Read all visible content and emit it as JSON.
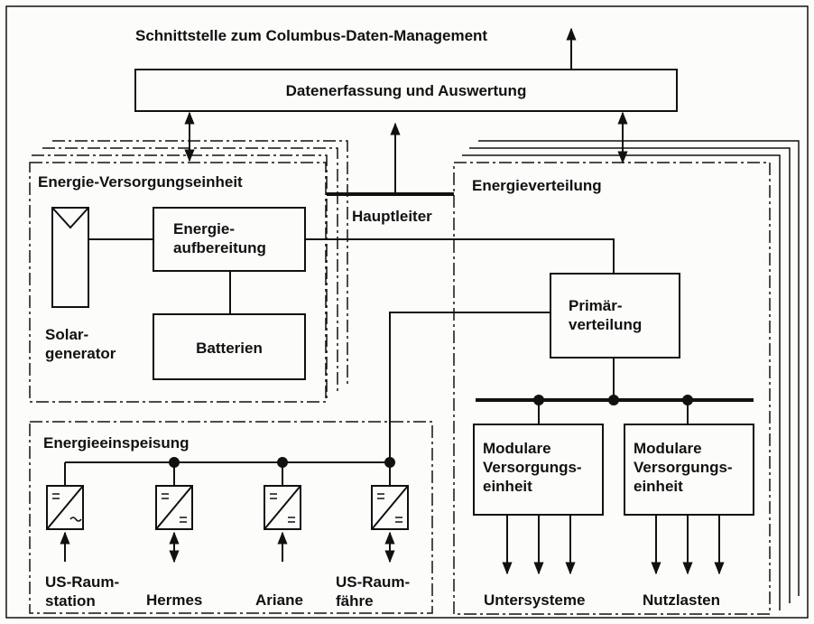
{
  "interface_title": "Schnittstelle zum Columbus-Daten-Management",
  "data_box": "Datenerfassung und Auswertung",
  "main_bus": "Hauptleiter",
  "supply_unit": {
    "title": "Energie-Versorgungseinheit",
    "solar": "Solar-\ngenerator",
    "conditioning": "Energie-\naufbereitung",
    "batteries": "Batterien"
  },
  "distribution": {
    "title": "Energieverteilung",
    "primary": "Primär-\nverteilung",
    "modular_1": "Modulare\nVersorgungs-\neinheit",
    "modular_2": "Modulare\nVersorgungs-\neinheit",
    "subsystems": "Untersysteme",
    "payloads": "Nutzlasten"
  },
  "infeed": {
    "title": "Energieeinspeisung",
    "sources": [
      "US-Raum-\nstation",
      "Hermes",
      "Ariane",
      "US-Raum-\nfähre"
    ]
  },
  "colors": {
    "ink": "#111111",
    "paper": "#fcfcfb"
  }
}
